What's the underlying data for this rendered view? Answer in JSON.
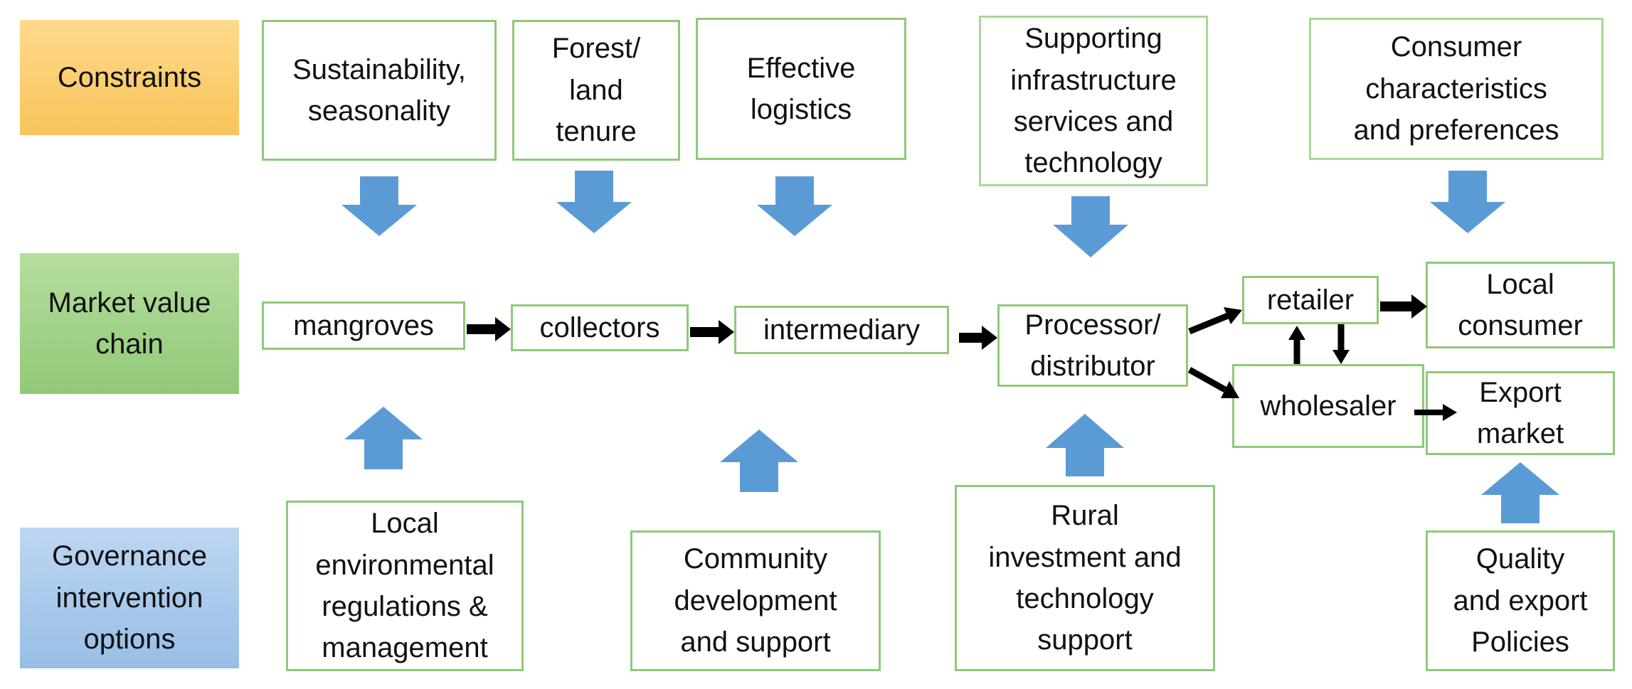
{
  "rows": {
    "constraints": "Constraints",
    "market": "Market value\nchain",
    "governance": "Governance\nintervention\noptions"
  },
  "constraints": {
    "sustainability": "Sustainability,\nseasonality",
    "tenure": "Forest/\nland\ntenure",
    "logistics": "Effective\nlogistics",
    "infrastructure": "Supporting\ninfrastructure\nservices and\ntechnology",
    "consumer": "Consumer\ncharacteristics\nand preferences"
  },
  "chain": {
    "mangroves": "mangroves",
    "collectors": "collectors",
    "intermediary": "intermediary",
    "processor": "Processor/\ndistributor",
    "retailer": "retailer",
    "wholesaler": "wholesaler",
    "local_consumer": "Local\nconsumer",
    "export_market": "Export\nmarket"
  },
  "governance": {
    "regulations": "Local\nenvironmental\nregulations &\nmanagement",
    "community": "Community\ndevelopment\nand support",
    "rural": "Rural\ninvestment and\ntechnology\nsupport",
    "quality": "Quality\nand export\nPolicies"
  },
  "colors": {
    "block_arrow": "#5b9bd5",
    "box_border": "#8fc97a",
    "flow_arrow": "#000000"
  }
}
